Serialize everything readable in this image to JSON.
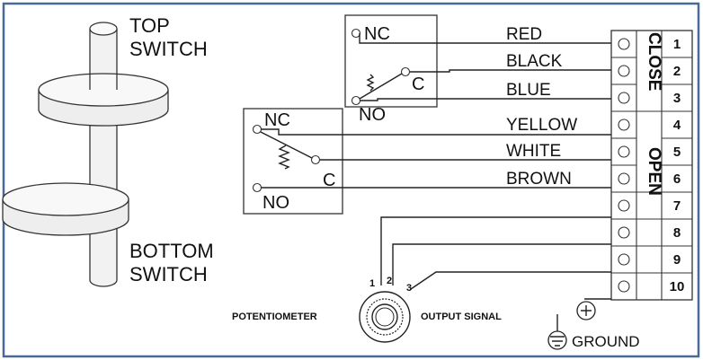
{
  "left": {
    "top_label_1": "TOP",
    "top_label_2": "SWITCH",
    "bottom_label_1": "BOTTOM",
    "bottom_label_2": "SWITCH"
  },
  "switch_upper": {
    "nc": "NC",
    "c": "C",
    "no": "NO"
  },
  "switch_lower": {
    "nc": "NC",
    "c": "C",
    "no": "NO"
  },
  "wires": [
    "RED",
    "BLACK",
    "BLUE",
    "YELLOW",
    "WHITE",
    "BROWN"
  ],
  "terminal_numbers": [
    "1",
    "2",
    "3",
    "4",
    "5",
    "6",
    "7",
    "8",
    "9",
    "10"
  ],
  "groups": {
    "close": "CLOSE",
    "open": "OPEN"
  },
  "potentiometer": {
    "label": "POTENTIOMETER",
    "output": "OUTPUT SIGNAL",
    "pins": [
      "1",
      "2",
      "3"
    ]
  },
  "ground_label": "GROUND",
  "colors": {
    "frame": "#4a6a96",
    "line": "#222222"
  }
}
